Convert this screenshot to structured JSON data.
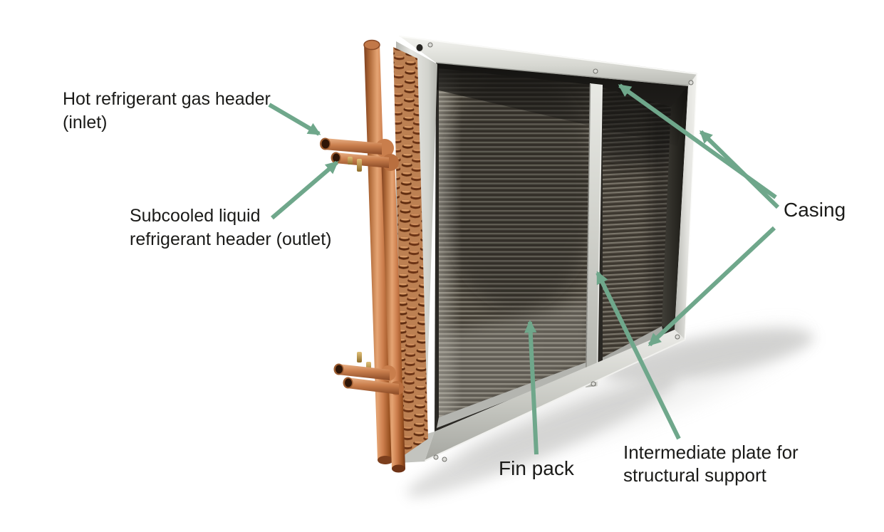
{
  "figure": {
    "subject": "Finned-tube heat exchanger (condenser coil) with labeled parts",
    "background_color": "#ffffff",
    "accent_color": "#6FA78B",
    "text_color": "#1b1b19"
  },
  "labels": {
    "hot_gas_header": {
      "line1": "Hot refrigerant gas header",
      "line2": "(inlet)"
    },
    "subcooled_header": {
      "line1": "Subcooled liquid",
      "line2": "refrigerant header (outlet)"
    },
    "casing": {
      "text": "Casing"
    },
    "fin_pack": {
      "text": "Fin pack"
    },
    "intermediate_plate": {
      "line1": "Intermediate plate for",
      "line2": "structural support"
    }
  }
}
